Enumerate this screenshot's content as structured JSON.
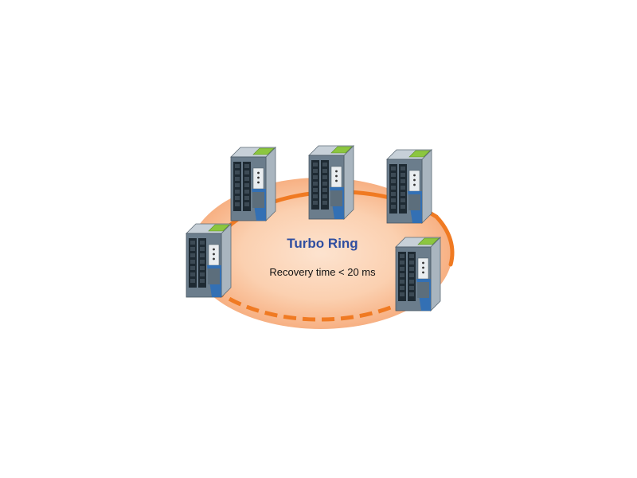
{
  "diagram": {
    "title": "Turbo Ring",
    "subtitle": "Recovery time < 20 ms",
    "colors": {
      "ring": "#f07a22",
      "ring_fill_center": "#fde3cf",
      "ring_fill_edge": "#f6a877",
      "title_text": "#2f4ea0",
      "subtitle_text": "#111111",
      "switch_body": "#6b7d8c",
      "switch_side": "#a9b5bf",
      "switch_top": "#c7d0d8",
      "switch_accent": "#8cc63f",
      "switch_stripe": "#2e6fb8"
    },
    "link_style": {
      "primary": "solid",
      "backup": "dashed"
    },
    "switches": [
      {
        "id": "switch-top-left",
        "icon": "ethernet-switch-icon"
      },
      {
        "id": "switch-top-center",
        "icon": "ethernet-switch-icon"
      },
      {
        "id": "switch-top-right",
        "icon": "ethernet-switch-icon"
      },
      {
        "id": "switch-left",
        "icon": "ethernet-switch-icon"
      },
      {
        "id": "switch-right",
        "icon": "ethernet-switch-icon"
      }
    ]
  }
}
